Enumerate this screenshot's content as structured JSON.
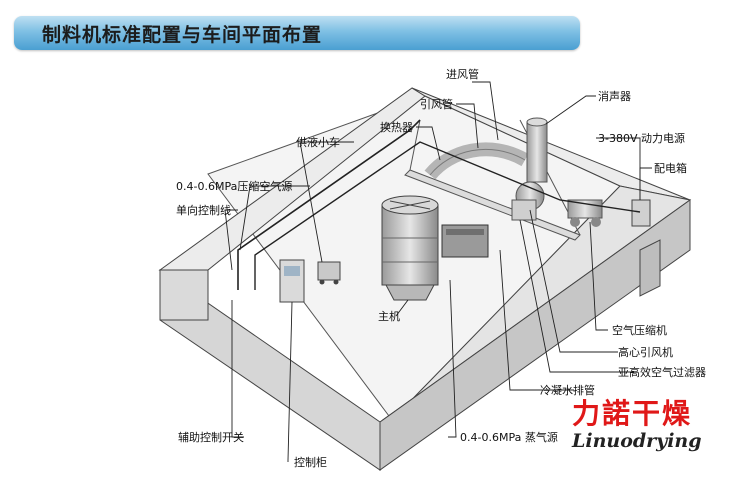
{
  "title": "制料机标准配置与车间平面布置",
  "labels": {
    "inlet_pipe": "进风管",
    "silencer": "消声器",
    "induced_pipe": "引风管",
    "heat_exchanger": "换热器",
    "liquid_cart": "供液小车",
    "power_source": "3-380V 动力电源",
    "compressed_air": "0.4-0.6MPa压缩空气源",
    "distribution_box": "配电箱",
    "control_line": "单向控制线",
    "main_unit": "主机",
    "air_compressor": "空气压缩机",
    "centrifugal_fan": "高心引风机",
    "hepa_filter": "亚高效空气过滤器",
    "condensate_pipe": "冷凝水排管",
    "aux_switch": "辅助控制开关",
    "steam_source": "0.4-0.6MPa 蒸气源",
    "control_cabinet": "控制柜"
  },
  "brand": {
    "chinese": "力諾干燥",
    "english": "Linuodrying"
  },
  "colors": {
    "banner_top": "#bfe0f2",
    "banner_bottom": "#4a9fd2",
    "brand_red": "#e01818"
  }
}
